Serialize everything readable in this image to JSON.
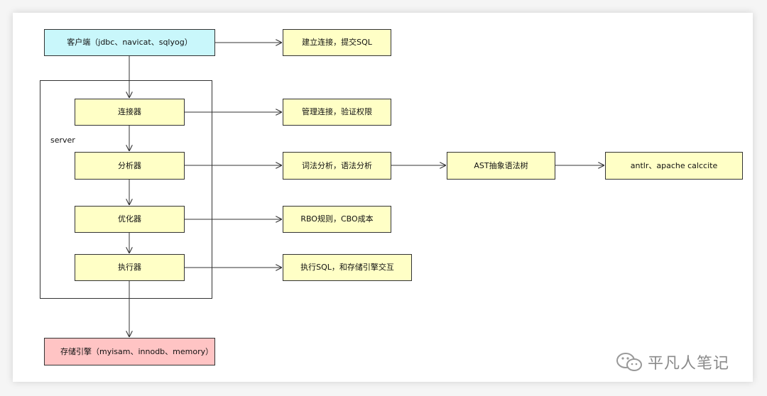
{
  "diagram": {
    "nodes": {
      "client": "客户端（jdbc、navicat、sqlyog）",
      "connect_submit": "建立连接，提交SQL",
      "server_label": "server",
      "connector": "连接器",
      "manage_conn": "管理连接，验证权限",
      "analyzer": "分析器",
      "lexical": "词法分析，语法分析",
      "ast": "AST抽象语法树",
      "antlr": "antlr、apache calccite",
      "optimizer": "优化器",
      "rbo_cbo": "RBO规则，CBO成本",
      "executor": "执行器",
      "exec_sql": "执行SQL，和存储引擎交互",
      "storage_engine": "存储引擎（myisam、innodb、memory）"
    },
    "edges": [
      {
        "from": "client",
        "to": "connect_submit"
      },
      {
        "from": "client",
        "to": "connector"
      },
      {
        "from": "connector",
        "to": "manage_conn"
      },
      {
        "from": "connector",
        "to": "analyzer"
      },
      {
        "from": "analyzer",
        "to": "lexical"
      },
      {
        "from": "lexical",
        "to": "ast"
      },
      {
        "from": "ast",
        "to": "antlr"
      },
      {
        "from": "analyzer",
        "to": "optimizer"
      },
      {
        "from": "optimizer",
        "to": "rbo_cbo"
      },
      {
        "from": "optimizer",
        "to": "executor"
      },
      {
        "from": "executor",
        "to": "exec_sql"
      },
      {
        "from": "executor",
        "to": "storage_engine"
      }
    ],
    "colors": {
      "process_fill": "#ffffc6",
      "client_fill": "#c9f7fb",
      "storage_fill": "#ffc4c4",
      "line": "#333333"
    }
  },
  "watermark": {
    "text": "平凡人笔记",
    "icon": "wechat-icon"
  }
}
